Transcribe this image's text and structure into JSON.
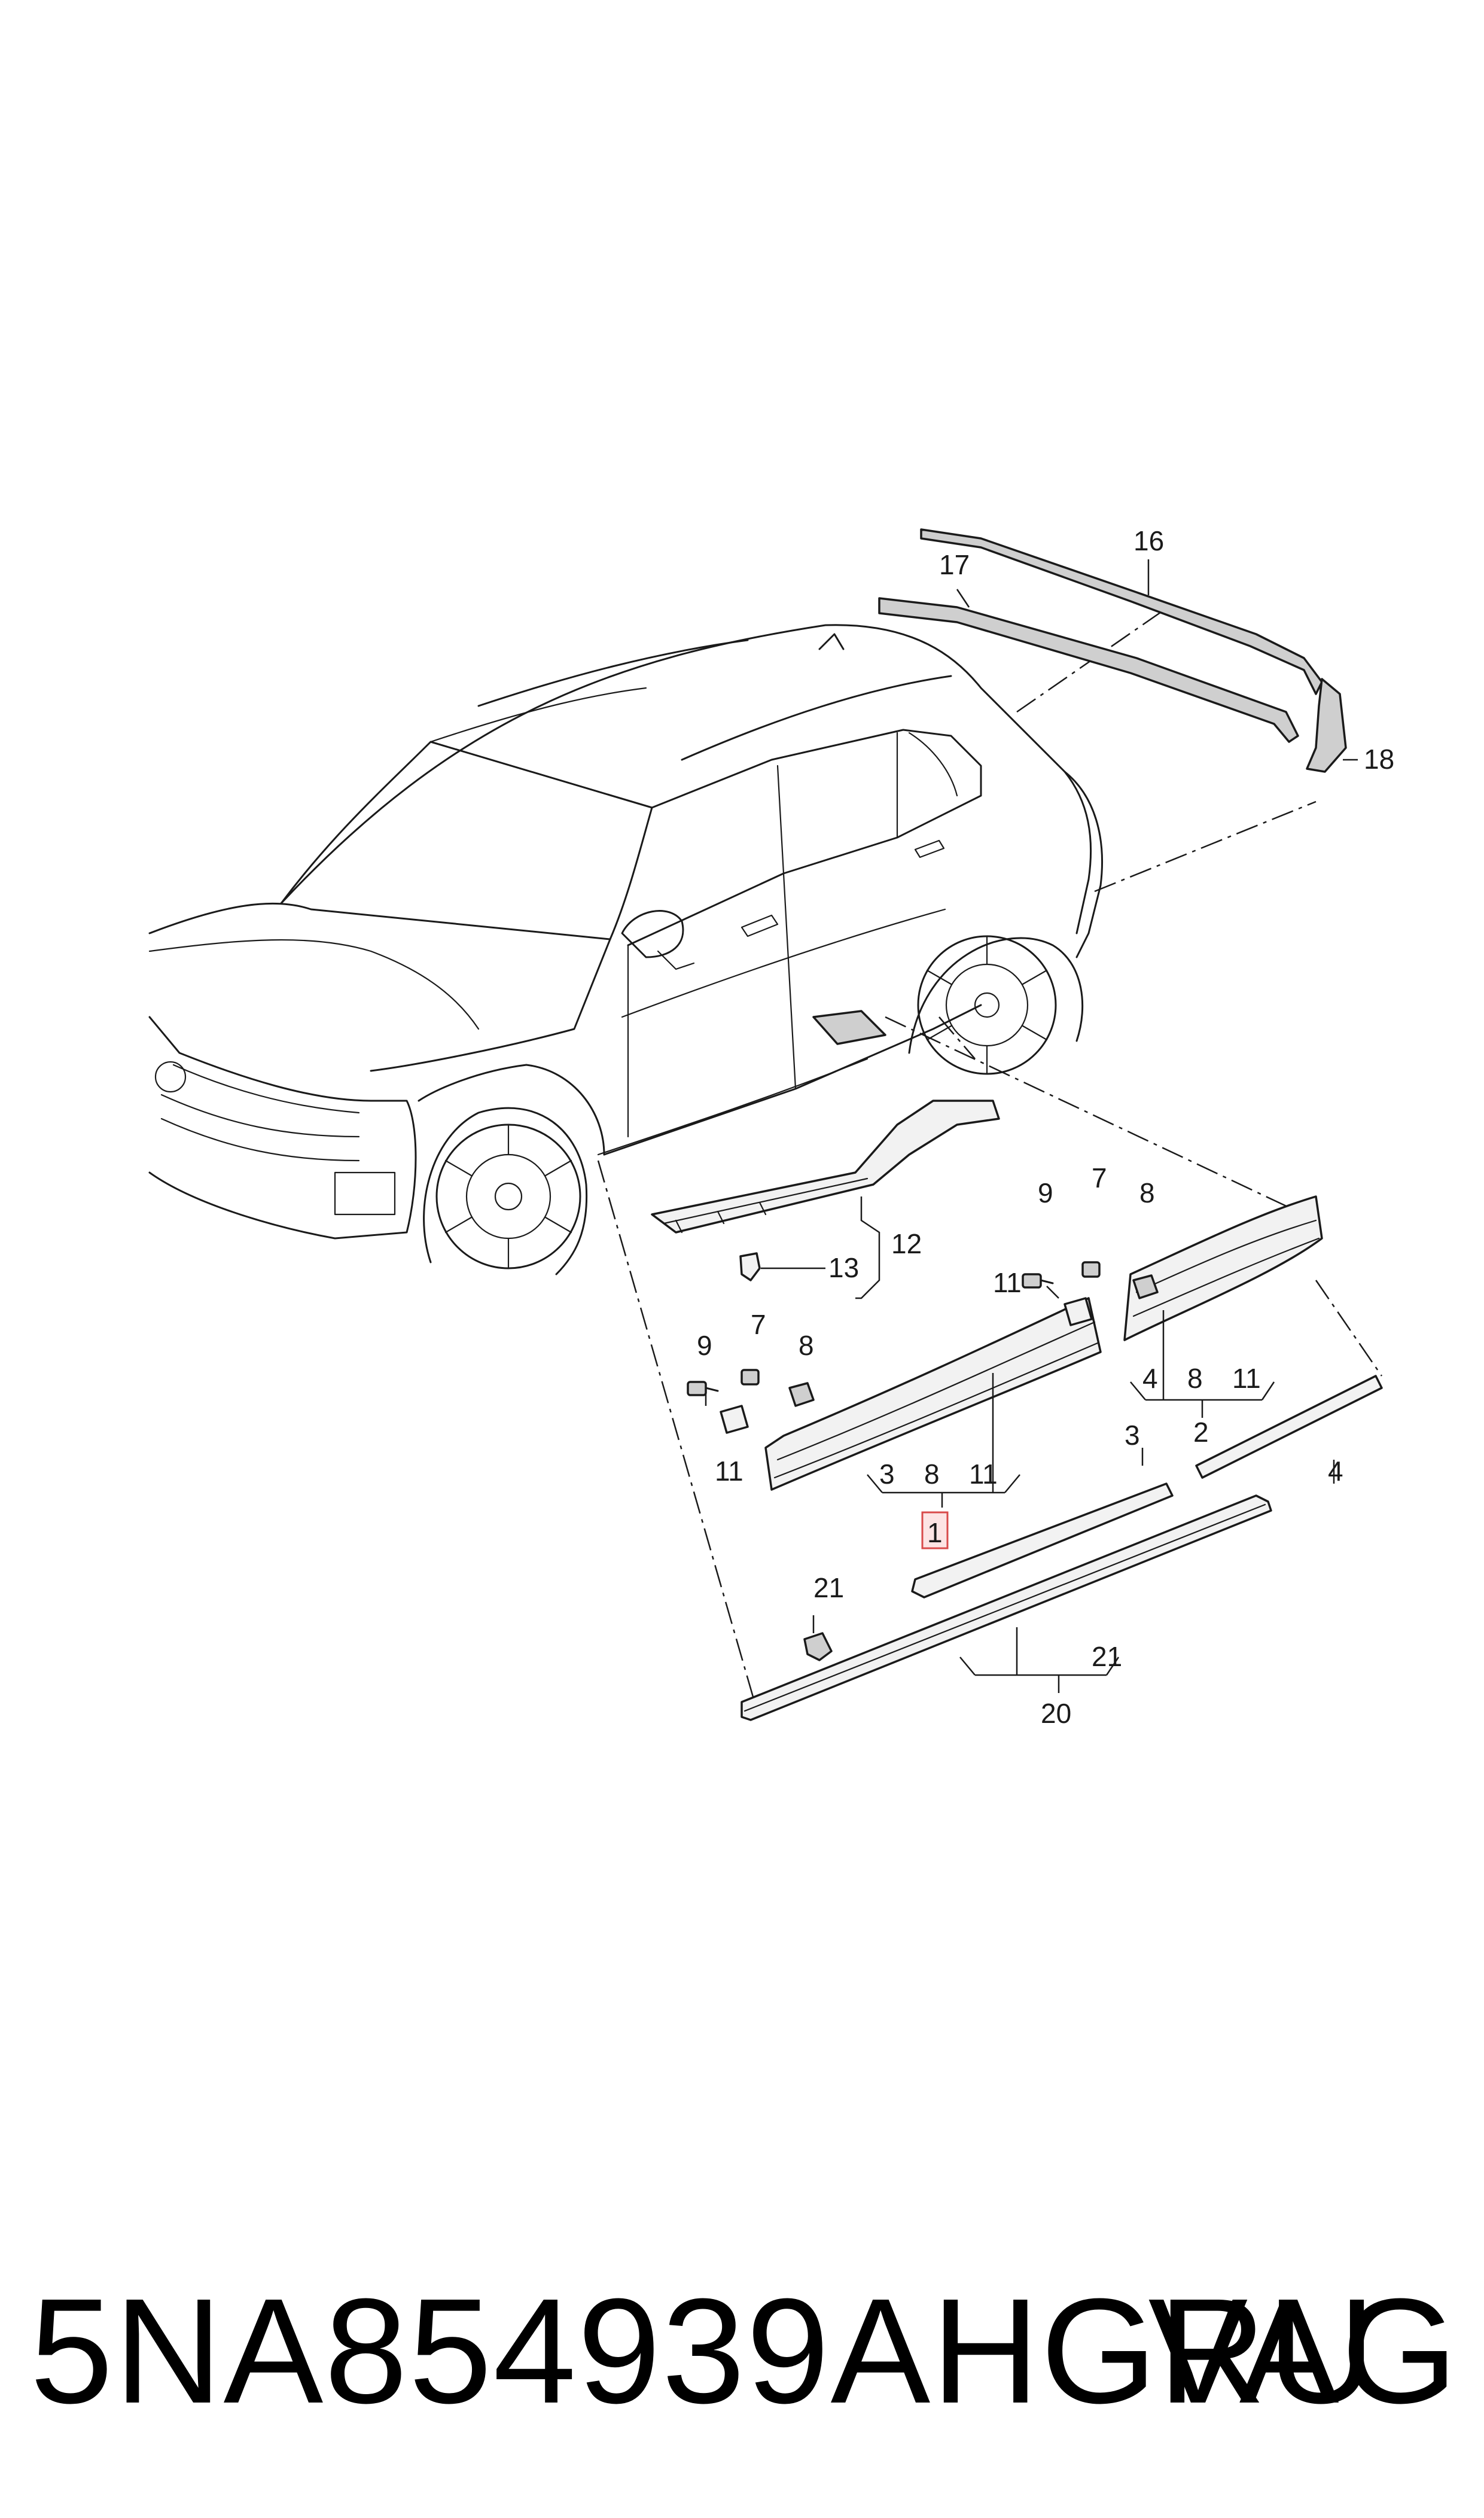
{
  "diagram": {
    "callouts": {
      "c1": "1",
      "c2": "2",
      "c3a": "3",
      "c3b": "3",
      "c4a": "4",
      "c4b": "4",
      "c7a": "7",
      "c7b": "7",
      "c8a": "8",
      "c8b": "8",
      "c8c": "8",
      "c8d": "8",
      "c9a": "9",
      "c9b": "9",
      "c11a": "11",
      "c11b": "11",
      "c11c": "11",
      "c11d": "11",
      "c12": "12",
      "c13": "13",
      "c16": "16",
      "c17": "17",
      "c18": "18",
      "c20": "20",
      "c21a": "21",
      "c21b": "21"
    },
    "highlight_color": "#d84a4a"
  },
  "footer": {
    "part_number": "5NA854939AHGRU",
    "brand": "VAG"
  }
}
